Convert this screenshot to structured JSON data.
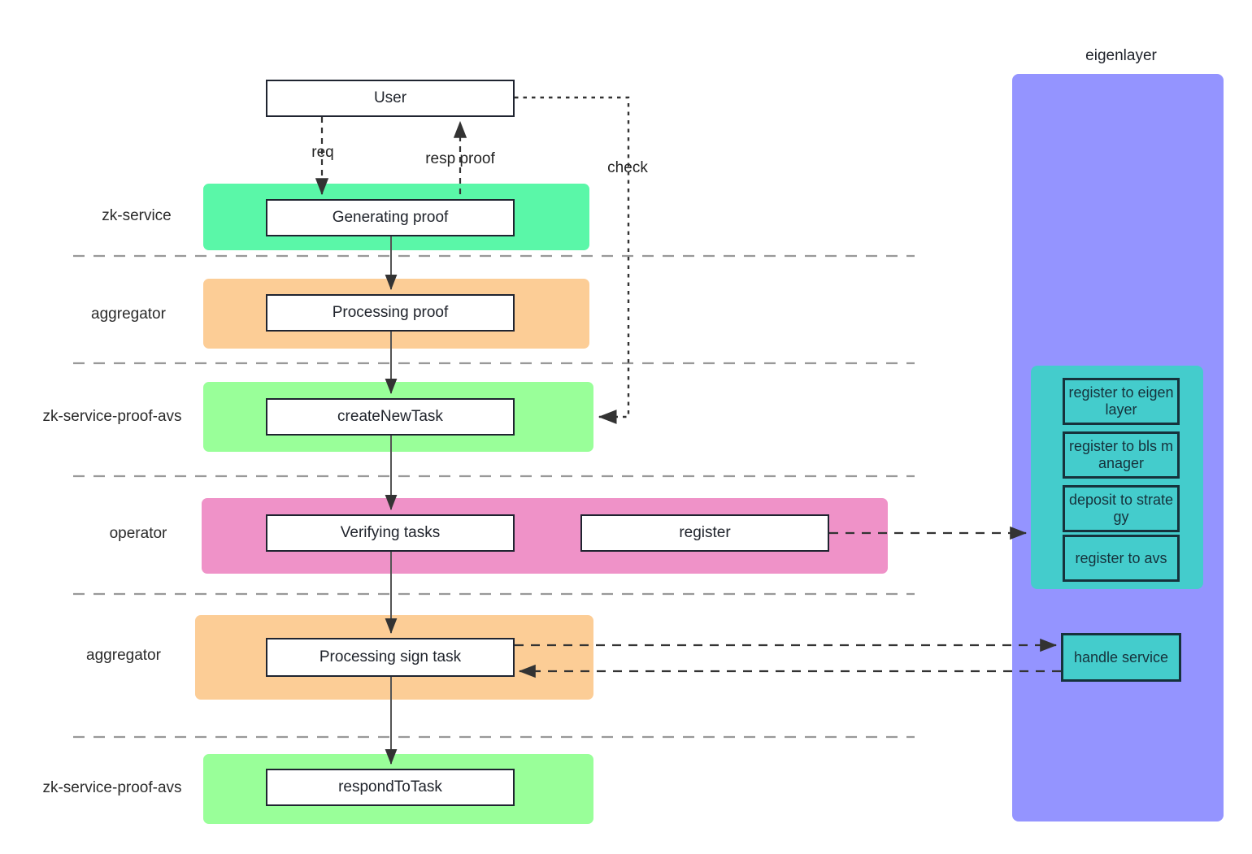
{
  "diagram": {
    "title_cluster": "eigenlayer",
    "lanes": [
      {
        "label": "zk-service"
      },
      {
        "label": "aggregator"
      },
      {
        "label": "zk-service-proof-avs"
      },
      {
        "label": "operator"
      },
      {
        "label": "aggregator"
      },
      {
        "label": "zk-service-proof-avs"
      }
    ],
    "nodes": {
      "user": "User",
      "generating_proof": "Generating proof",
      "processing_proof": "Processing proof",
      "create_new_task": "createNewTask",
      "verifying_tasks": "Verifying tasks",
      "register": "register",
      "processing_sign_task": "Processing sign task",
      "respond_to_task": "respondToTask"
    },
    "eigenlayer_nodes": {
      "register_to_eigenlayer": "register to eigenlayer",
      "register_to_bls_manager": "register to bls manager",
      "deposit_to_strategy": "deposit to strategy",
      "register_to_avs": "register to avs",
      "handle_service": "handle service"
    },
    "edge_labels": {
      "req": "req",
      "resp_proof": "resp proof",
      "check": "check"
    },
    "colors": {
      "lane_zk_service": "#5AF7A8",
      "lane_aggregator": "#FCCD96",
      "lane_avs": "#99FF99",
      "lane_operator": "#EF92C8",
      "cluster_eigenlayer": "#9494FF",
      "cluster_operator_inner": "#44CCCC",
      "node_border": "#1F2430",
      "eignode_border": "#16323C",
      "divider": "#999999",
      "edge": "#333333",
      "node_fill": "#FFFFFF"
    }
  }
}
